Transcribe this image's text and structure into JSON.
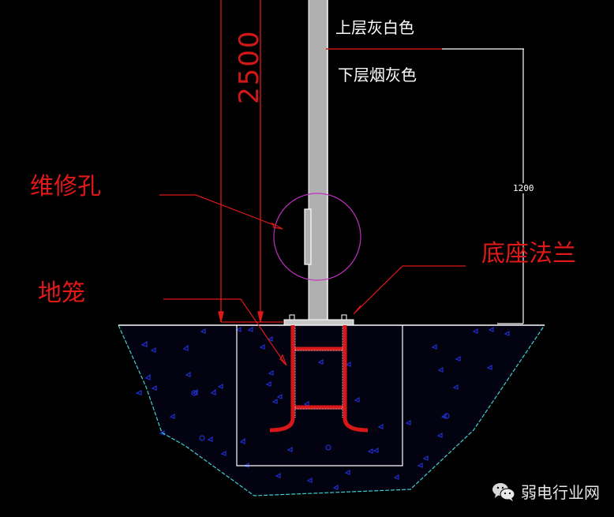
{
  "drawing": {
    "title": "Street lamp pole foundation section",
    "background": "#000000",
    "colors": {
      "pole_fill": "#b0b0b0",
      "outline": "#ffffff",
      "annotation_red": "#e01818",
      "maintenance_circle": "#c030c0",
      "excavation_line": "#40d0d0",
      "concrete_aggregate": "#1a20c8",
      "cage_red": "#d81818"
    }
  },
  "labels": {
    "upper_layer": "上层灰白色",
    "lower_layer": "下层烟灰色",
    "maintenance_hole": "维修孔",
    "ground_cage": "地笼",
    "base_flange": "底座法兰"
  },
  "dimensions": {
    "vertical_red": "2500",
    "vertical_white": "1200"
  },
  "watermark": {
    "icon": "wechat-icon",
    "text": "弱电行业网"
  }
}
